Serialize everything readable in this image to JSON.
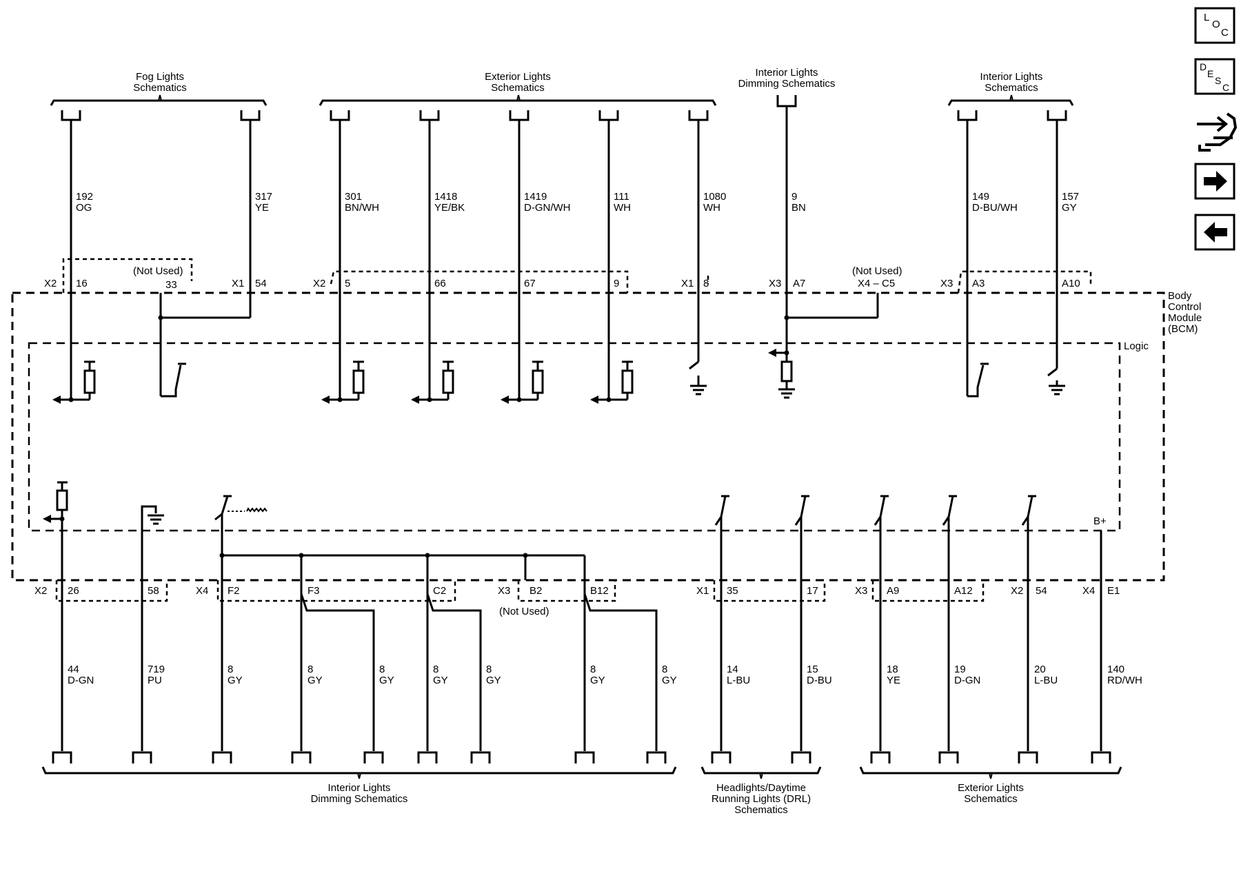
{
  "top_groups": {
    "fog": {
      "line1": "Fog Lights",
      "line2": "Schematics"
    },
    "ext": {
      "line1": "Exterior Lights",
      "line2": "Schematics"
    },
    "dim": {
      "line1": "Interior Lights",
      "line2": "Dimming Schematics"
    },
    "int": {
      "line1": "Interior Lights",
      "line2": "Schematics"
    }
  },
  "bottom_groups": {
    "dim": {
      "line1": "Interior Lights",
      "line2": "Dimming Schematics"
    },
    "drl": {
      "line1": "Headlights/Daytime",
      "line2": "Running Lights (DRL)",
      "line3": "Schematics"
    },
    "ext": {
      "line1": "Exterior Lights",
      "line2": "Schematics"
    }
  },
  "module": {
    "line1": "Body",
    "line2": "Control",
    "line3": "Module",
    "line4": "(BCM)",
    "logic": "Logic",
    "bplus": "B+"
  },
  "not_used": "(Not Used)",
  "top_wires": {
    "w192": {
      "circuit": "192",
      "color": "OG"
    },
    "w317": {
      "circuit": "317",
      "color": "YE"
    },
    "w301": {
      "circuit": "301",
      "color": "BN/WH"
    },
    "w1418": {
      "circuit": "1418",
      "color": "YE/BK"
    },
    "w1419": {
      "circuit": "1419",
      "color": "D-GN/WH"
    },
    "w111": {
      "circuit": "111",
      "color": "WH"
    },
    "w1080": {
      "circuit": "1080",
      "color": "WH"
    },
    "w9": {
      "circuit": "9",
      "color": "BN"
    },
    "w149": {
      "circuit": "149",
      "color": "D-BU/WH"
    },
    "w157": {
      "circuit": "157",
      "color": "GY"
    }
  },
  "top_pins": {
    "x2": "X2",
    "p16": "16",
    "p33": "33",
    "x1a": "X1",
    "p54": "54",
    "x2b": "X2",
    "p5": "5",
    "p66": "66",
    "p67": "67",
    "p9": "9",
    "x1b": "X1",
    "p8": "8",
    "x3a": "X3",
    "pA7": "A7",
    "x4c5": "X4 – C5",
    "x3b": "X3",
    "pA3": "A3",
    "pA10": "A10"
  },
  "bottom_pins": {
    "x2": "X2",
    "p26": "26",
    "p58": "58",
    "x4a": "X4",
    "pF2": "F2",
    "pF3": "F3",
    "pC2": "C2",
    "x3a": "X3",
    "pB2": "B2",
    "pB12": "B12",
    "x1": "X1",
    "p35": "35",
    "p17": "17",
    "x3b": "X3",
    "pA9": "A9",
    "pA12": "A12",
    "x2b": "X2",
    "p54": "54",
    "x4b": "X4",
    "pE1": "E1"
  },
  "bottom_wires": {
    "w44": {
      "circuit": "44",
      "color": "D-GN"
    },
    "w719": {
      "circuit": "719",
      "color": "PU"
    },
    "w8a": {
      "circuit": "8",
      "color": "GY"
    },
    "w8b": {
      "circuit": "8",
      "color": "GY"
    },
    "w8c": {
      "circuit": "8",
      "color": "GY"
    },
    "w8d": {
      "circuit": "8",
      "color": "GY"
    },
    "w8e": {
      "circuit": "8",
      "color": "GY"
    },
    "w8f": {
      "circuit": "8",
      "color": "GY"
    },
    "w8g": {
      "circuit": "8",
      "color": "GY"
    },
    "w14": {
      "circuit": "14",
      "color": "L-BU"
    },
    "w15": {
      "circuit": "15",
      "color": "D-BU"
    },
    "w18": {
      "circuit": "18",
      "color": "YE"
    },
    "w19": {
      "circuit": "19",
      "color": "D-GN"
    },
    "w20": {
      "circuit": "20",
      "color": "L-BU"
    },
    "w140": {
      "circuit": "140",
      "color": "RD/WH"
    }
  },
  "nav": {
    "loc": {
      "l1": "L",
      "l2": "O",
      "l3": "C"
    },
    "desc": {
      "l1": "D",
      "l2": "E",
      "l3": "S",
      "l4": "C"
    },
    "next_icon": "arrow-right-icon",
    "prev_icon": "arrow-left-icon",
    "connector_icon": "connector-view-icon"
  }
}
